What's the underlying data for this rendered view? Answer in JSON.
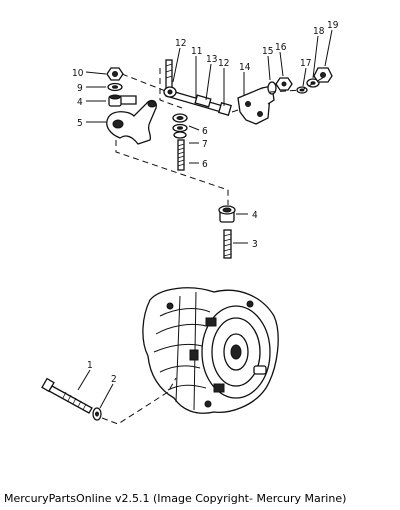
{
  "caption": "MercuryPartsOnline v2.5.1 (Image Copyright- Mercury Marine)",
  "callouts": {
    "c1": "1",
    "c2": "2",
    "c3": "3",
    "c4a": "4",
    "c4b": "4",
    "c5": "5",
    "c6a": "6",
    "c6b": "6",
    "c7": "7",
    "c9": "9",
    "c10": "10",
    "c11": "11",
    "c12a": "12",
    "c12b": "12",
    "c13": "13",
    "c14": "14",
    "c15": "15",
    "c16": "16",
    "c17": "17",
    "c18": "18",
    "c19": "19"
  }
}
